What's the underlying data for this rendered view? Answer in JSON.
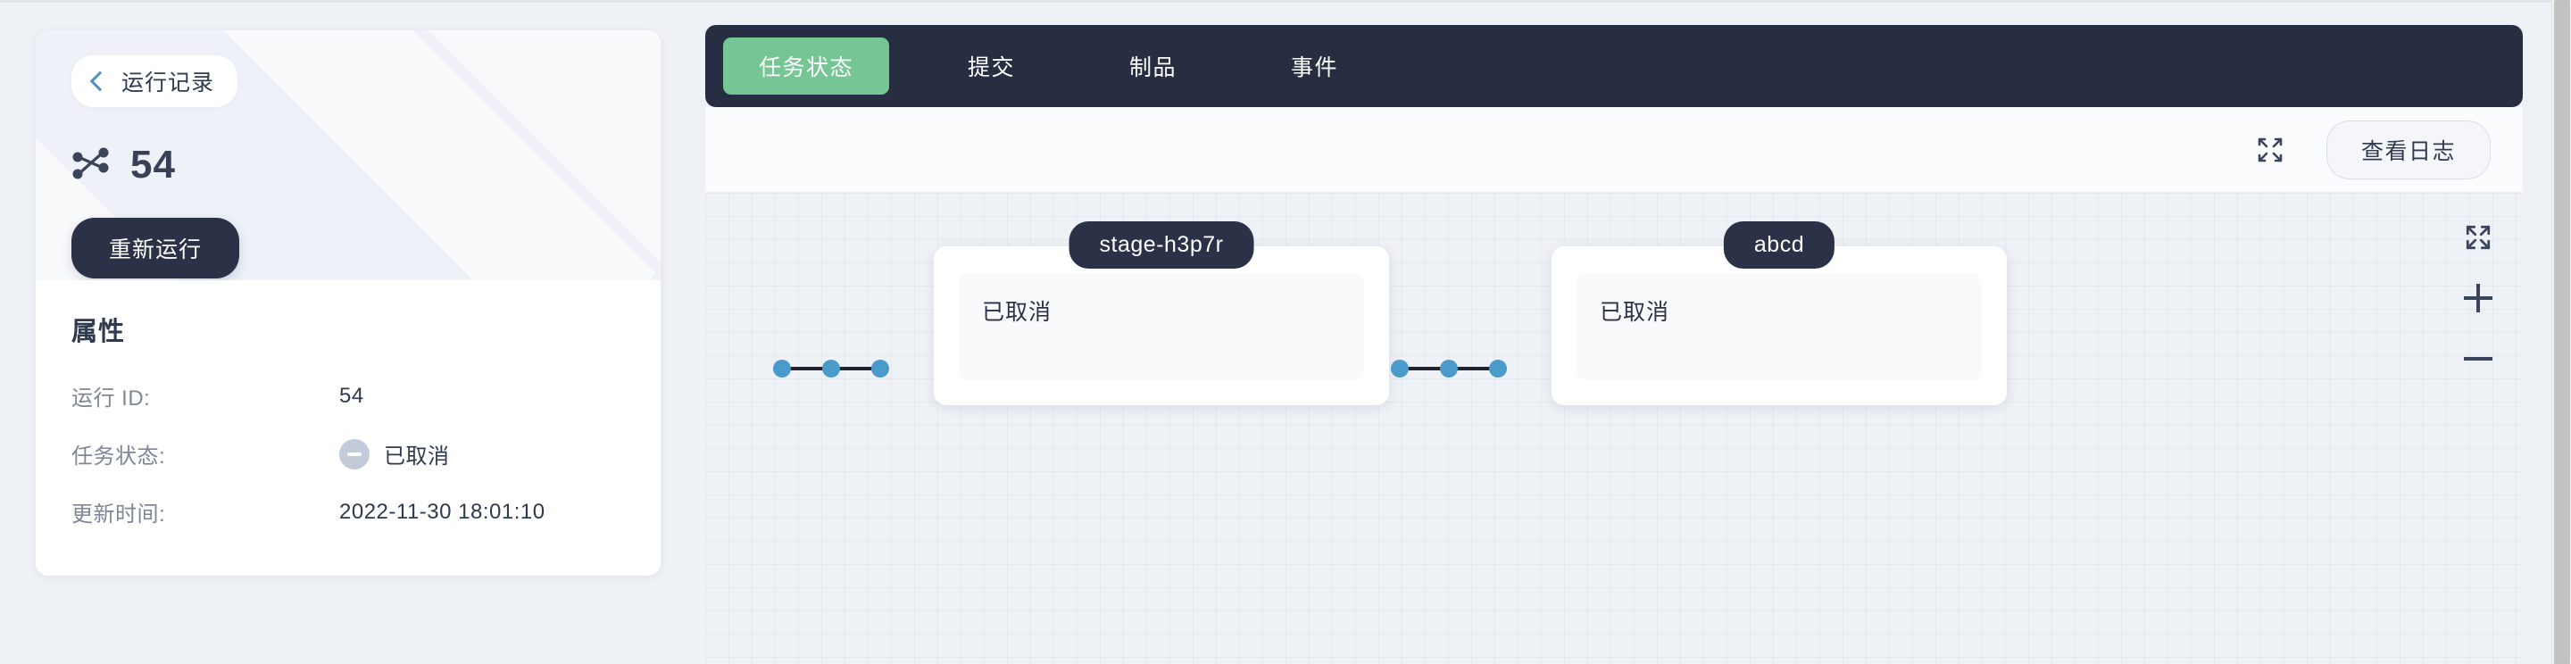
{
  "sidebar": {
    "back_label": "运行记录",
    "run_number": "54",
    "rerun_label": "重新运行",
    "properties_title": "属性",
    "properties": [
      {
        "label": "运行 ID:",
        "value": "54"
      },
      {
        "label": "任务状态:",
        "value": "已取消"
      },
      {
        "label": "更新时间:",
        "value": "2022-11-30 18:01:10"
      }
    ]
  },
  "tabs": [
    {
      "label": "任务状态",
      "active": true
    },
    {
      "label": "提交",
      "active": false
    },
    {
      "label": "制品",
      "active": false
    },
    {
      "label": "事件",
      "active": false
    }
  ],
  "toolbar": {
    "view_log_label": "查看日志"
  },
  "graph": {
    "nodes": [
      {
        "name": "stage-h3p7r",
        "status": "已取消"
      },
      {
        "name": "abcd",
        "status": "已取消"
      }
    ]
  },
  "colors": {
    "accent_green": "#76c695",
    "dark_navy": "#2b3147",
    "node_dot_blue": "#4a9bc9",
    "back_chevron_blue": "#4d92c6",
    "status_gray": "#c3cad8"
  }
}
